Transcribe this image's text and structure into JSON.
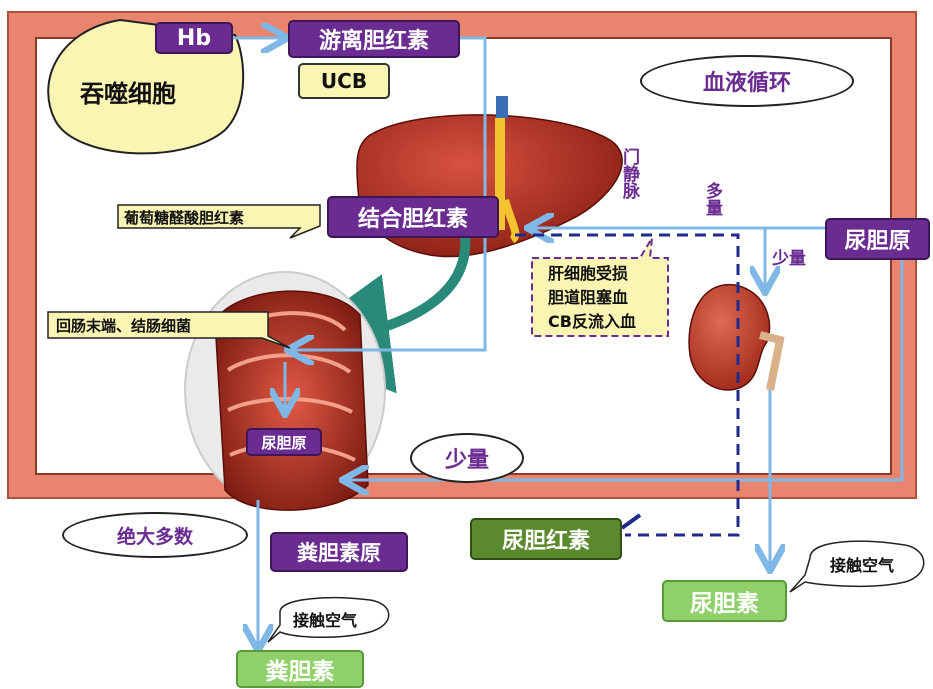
{
  "labels": {
    "hb": "Hb",
    "phagocyte": "吞噬细胞",
    "free_bilirubin": "游离胆红素",
    "ucb": "UCB",
    "circulation": "血液循环",
    "conjugated_bilirubin": "结合胆红素",
    "glucuronide": "葡萄糖醛酸胆红素",
    "portal_vein": "门静脉",
    "large_amount": "多量",
    "small_amount_right": "少量",
    "urobilinogen_right": "尿胆原",
    "liver_damage_note": [
      "肝细胞受损",
      "胆道阻塞血",
      "CB反流入血"
    ],
    "bacteria": "回肠末端、结肠细菌",
    "urobilinogen_intestine": "尿胆原",
    "small_amount_center": "少量",
    "majority": "绝大多数",
    "stercobilinogen": "粪胆素原",
    "urobilin_dark": "尿胆红素",
    "contact_air_right": "接触空气",
    "urobilin": "尿胆素",
    "contact_air_left": "接触空气",
    "stercobilin": "粪胆素"
  },
  "colors": {
    "frame": "#e9846f",
    "purple": "#6a2c91",
    "arrow_blue": "#7fb8e6",
    "dashed_navy": "#1f2a8c"
  }
}
